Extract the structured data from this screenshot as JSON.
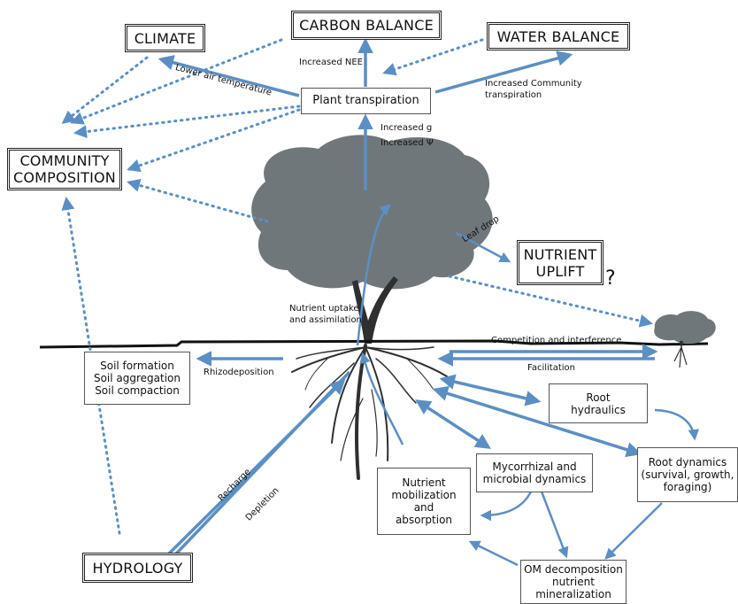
{
  "boxes": {
    "climate": "CLIMATE",
    "carbon_balance": "CARBON BALANCE",
    "water_balance": "WATER BALANCE",
    "community_composition_line1": "COMMUNITY",
    "community_composition_line2": "COMPOSITION",
    "nutrient_uplift_line1": "NUTRIENT",
    "nutrient_uplift_line2": "UPLIFT",
    "hydrology": "HYDROLOGY",
    "plant_transpiration": "Plant transpiration",
    "soil_formation_line1": "Soil formation",
    "soil_formation_line2": "Soil aggregation",
    "soil_formation_line3": "Soil compaction",
    "root_hydraulics_line1": "Root",
    "root_hydraulics_line2": "hydraulics",
    "root_dynamics_line1": "Root dynamics",
    "root_dynamics_line2": "(survival, growth,",
    "root_dynamics_line3": "foraging)",
    "mycorrhizal_line1": "Mycorrhizal and",
    "mycorrhizal_line2": "microbial dynamics",
    "nutrient_mob_line1": "Nutrient",
    "nutrient_mob_line2": "mobilization",
    "nutrient_mob_line3": "and",
    "nutrient_mob_line4": "absorption",
    "om_line1": "OM decomposition",
    "om_line2": "nutrient",
    "om_line3": "mineralization"
  },
  "labels": {
    "increased_nee": "Increased NEE",
    "lower_air_temp": "Lower air temperature",
    "increased_comm_transp_line1": "Increased Community",
    "increased_comm_transp_line2": "transpiration",
    "increased_g": "Increased g",
    "increased_psi": "Increased Ψ",
    "leaf_drop": "Leaf drop",
    "nutrient_uptake_line1": "Nutrient uptake",
    "nutrient_uptake_line2": "and assimilation",
    "competition": "Competition and interference",
    "facilitation": "Facilitation",
    "rhizodeposition": "Rhizodeposition",
    "recharge": "Recharge",
    "depletion": "Depletion",
    "question_mark": "?"
  },
  "colors": {
    "arrow_blue": "#5b8fc4",
    "tree_gray": "#6f777b",
    "trunk_dark": "#2f2f2f",
    "ground_black": "#111111"
  }
}
